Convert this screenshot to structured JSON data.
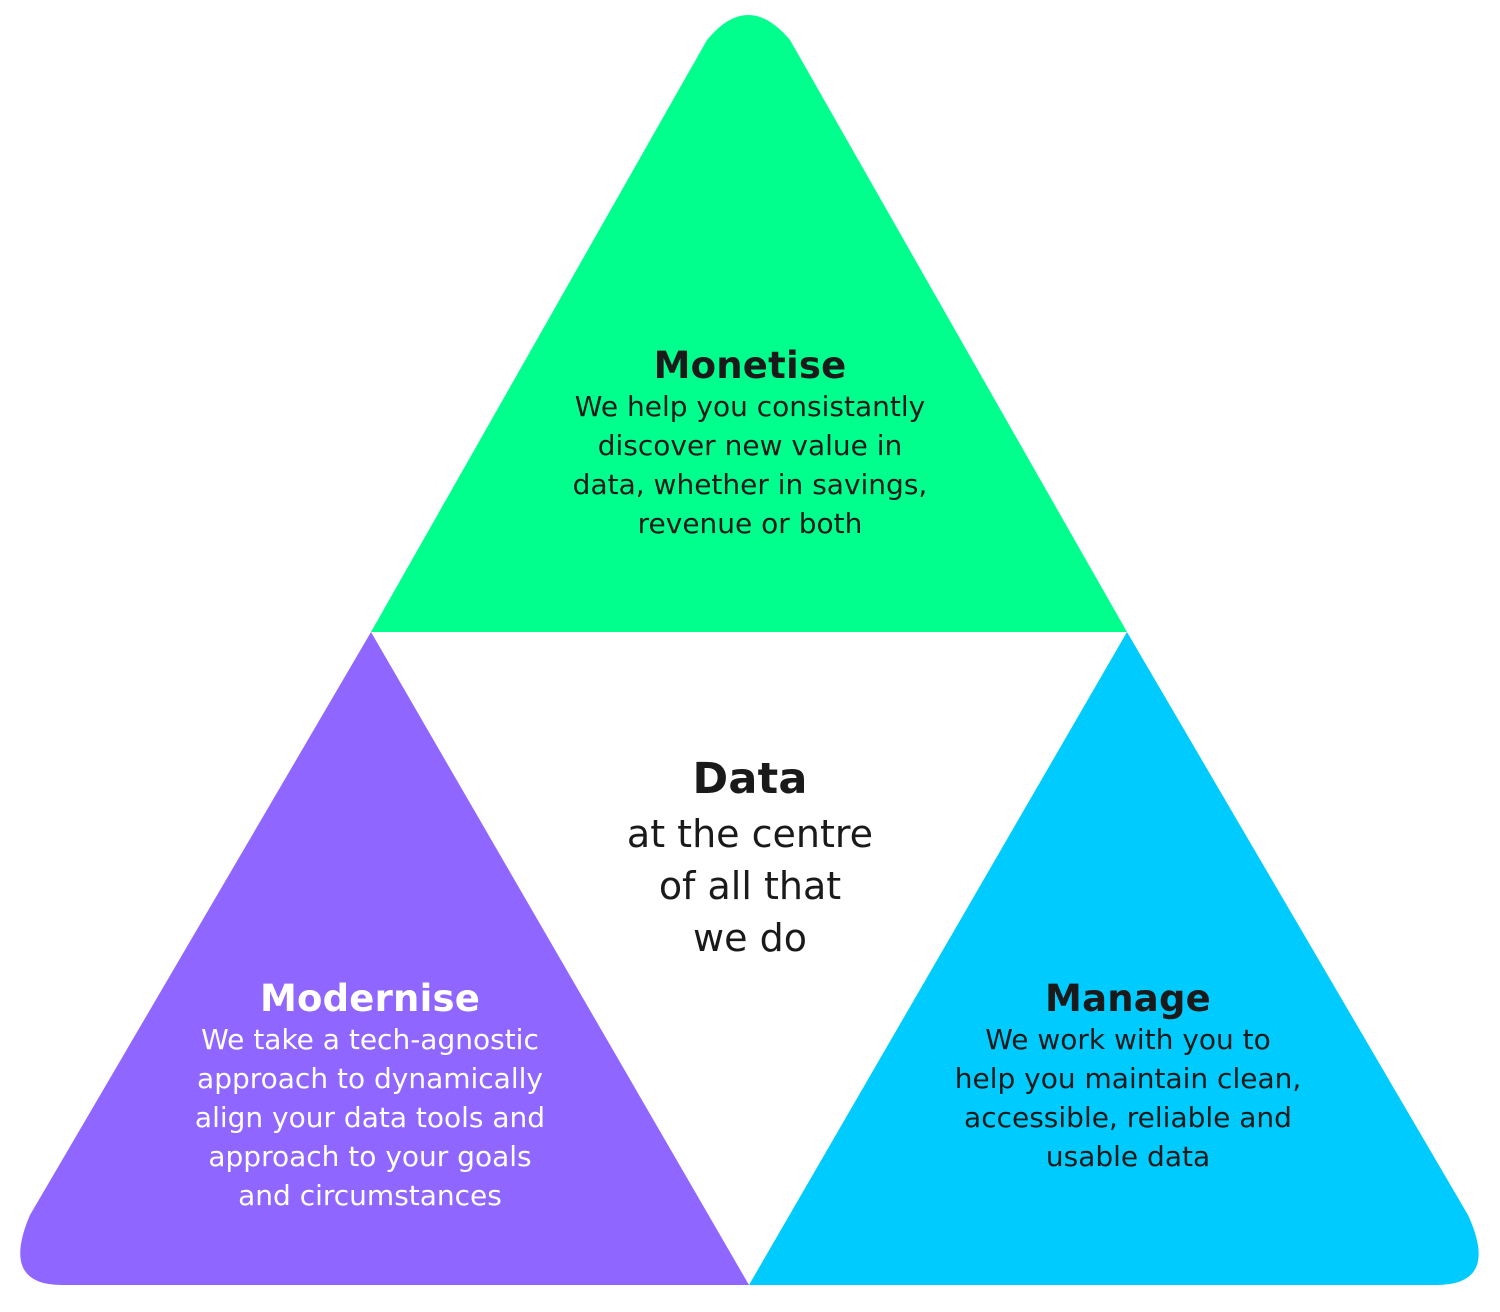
{
  "colors": {
    "monetise": "#00ff8c",
    "modernise": "#8f66ff",
    "manage": "#00cbff",
    "text_dark": "#1a1a1a",
    "text_light": "#ffffff"
  },
  "monetise": {
    "title": "Monetise",
    "description": "We help you consistantly\ndiscover new value in\ndata, whether in savings,\nrevenue or both"
  },
  "modernise": {
    "title": "Modernise",
    "description": "We take a tech-agnostic\napproach to dynamically\nalign your data tools and\napproach to your goals\nand circumstances"
  },
  "manage": {
    "title": "Manage",
    "description": "We work with you to\nhelp you maintain clean,\naccessible, reliable and\nusable data"
  },
  "center": {
    "title": "Data",
    "description": "at the centre\nof all that\nwe do"
  }
}
